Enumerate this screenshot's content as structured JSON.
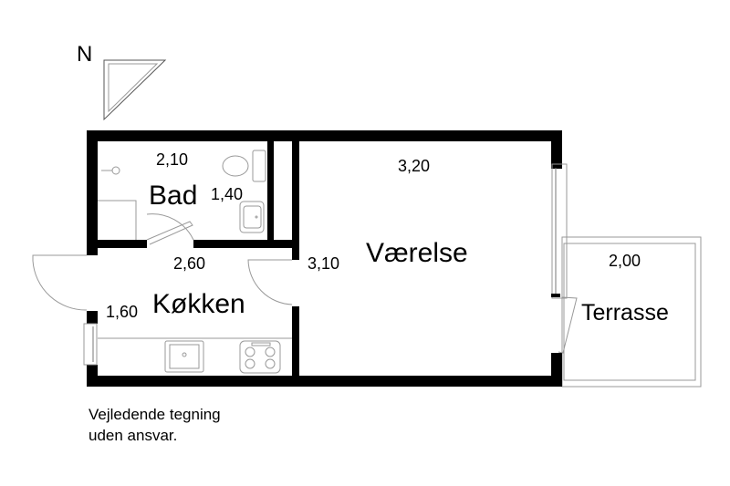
{
  "compass": {
    "label": "N"
  },
  "rooms": [
    {
      "name": "Bad",
      "width": "2,10",
      "depth": "1,40"
    },
    {
      "name": "Køkken",
      "width": "2,60",
      "depth": "1,60"
    },
    {
      "name": "Værelse",
      "width": "3,20",
      "depth": "3,10"
    },
    {
      "name": "Terrasse",
      "width": "2,00"
    }
  ],
  "note": {
    "line1": "Vejledende tegning",
    "line2": "uden ansvar."
  }
}
